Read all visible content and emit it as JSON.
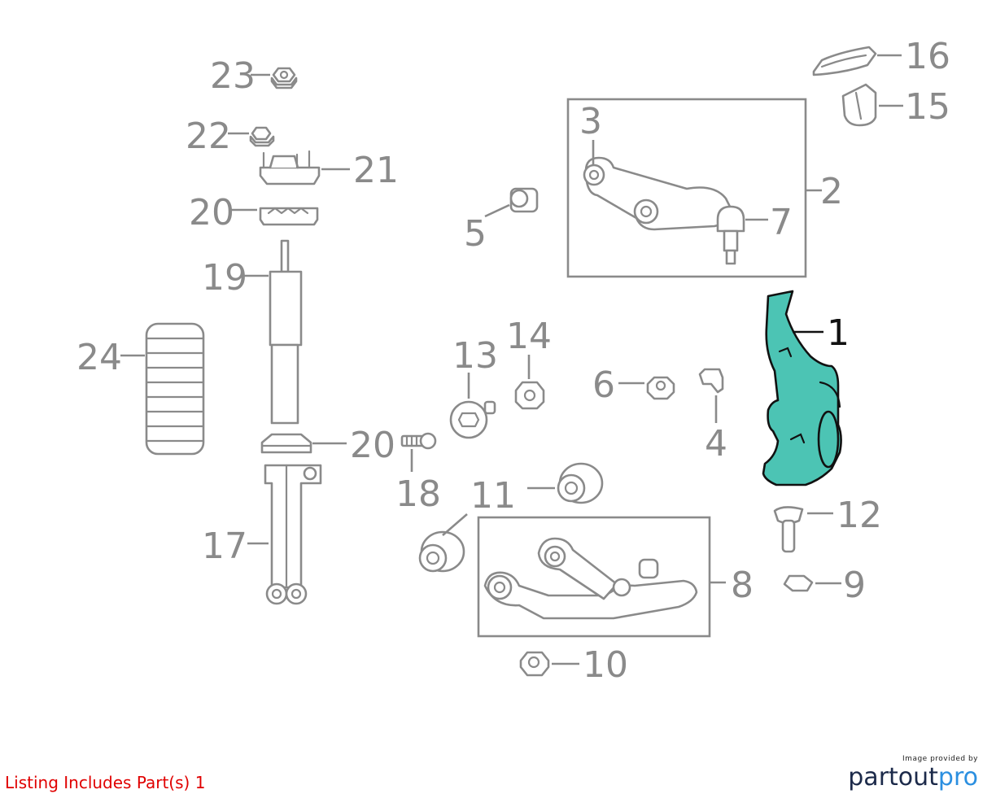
{
  "callouts": {
    "c1": "1",
    "c2": "2",
    "c3": "3",
    "c4": "4",
    "c5": "5",
    "c6": "6",
    "c7": "7",
    "c8": "8",
    "c9": "9",
    "c10": "10",
    "c11": "11",
    "c12": "12",
    "c13": "13",
    "c14": "14",
    "c15": "15",
    "c16": "16",
    "c17": "17",
    "c18": "18",
    "c19": "19",
    "c20a": "20",
    "c20b": "20",
    "c21": "21",
    "c22": "22",
    "c23": "23",
    "c24": "24"
  },
  "highlighted_part": "1",
  "colors": {
    "highlight": "#4cc4b4",
    "line": "#8a8a8a",
    "note": "#e00000"
  },
  "footer": {
    "note": "Listing Includes Part(s) 1",
    "credit_small": "Image provided by",
    "credit_brand_a": "partout",
    "credit_brand_b": "pro"
  }
}
